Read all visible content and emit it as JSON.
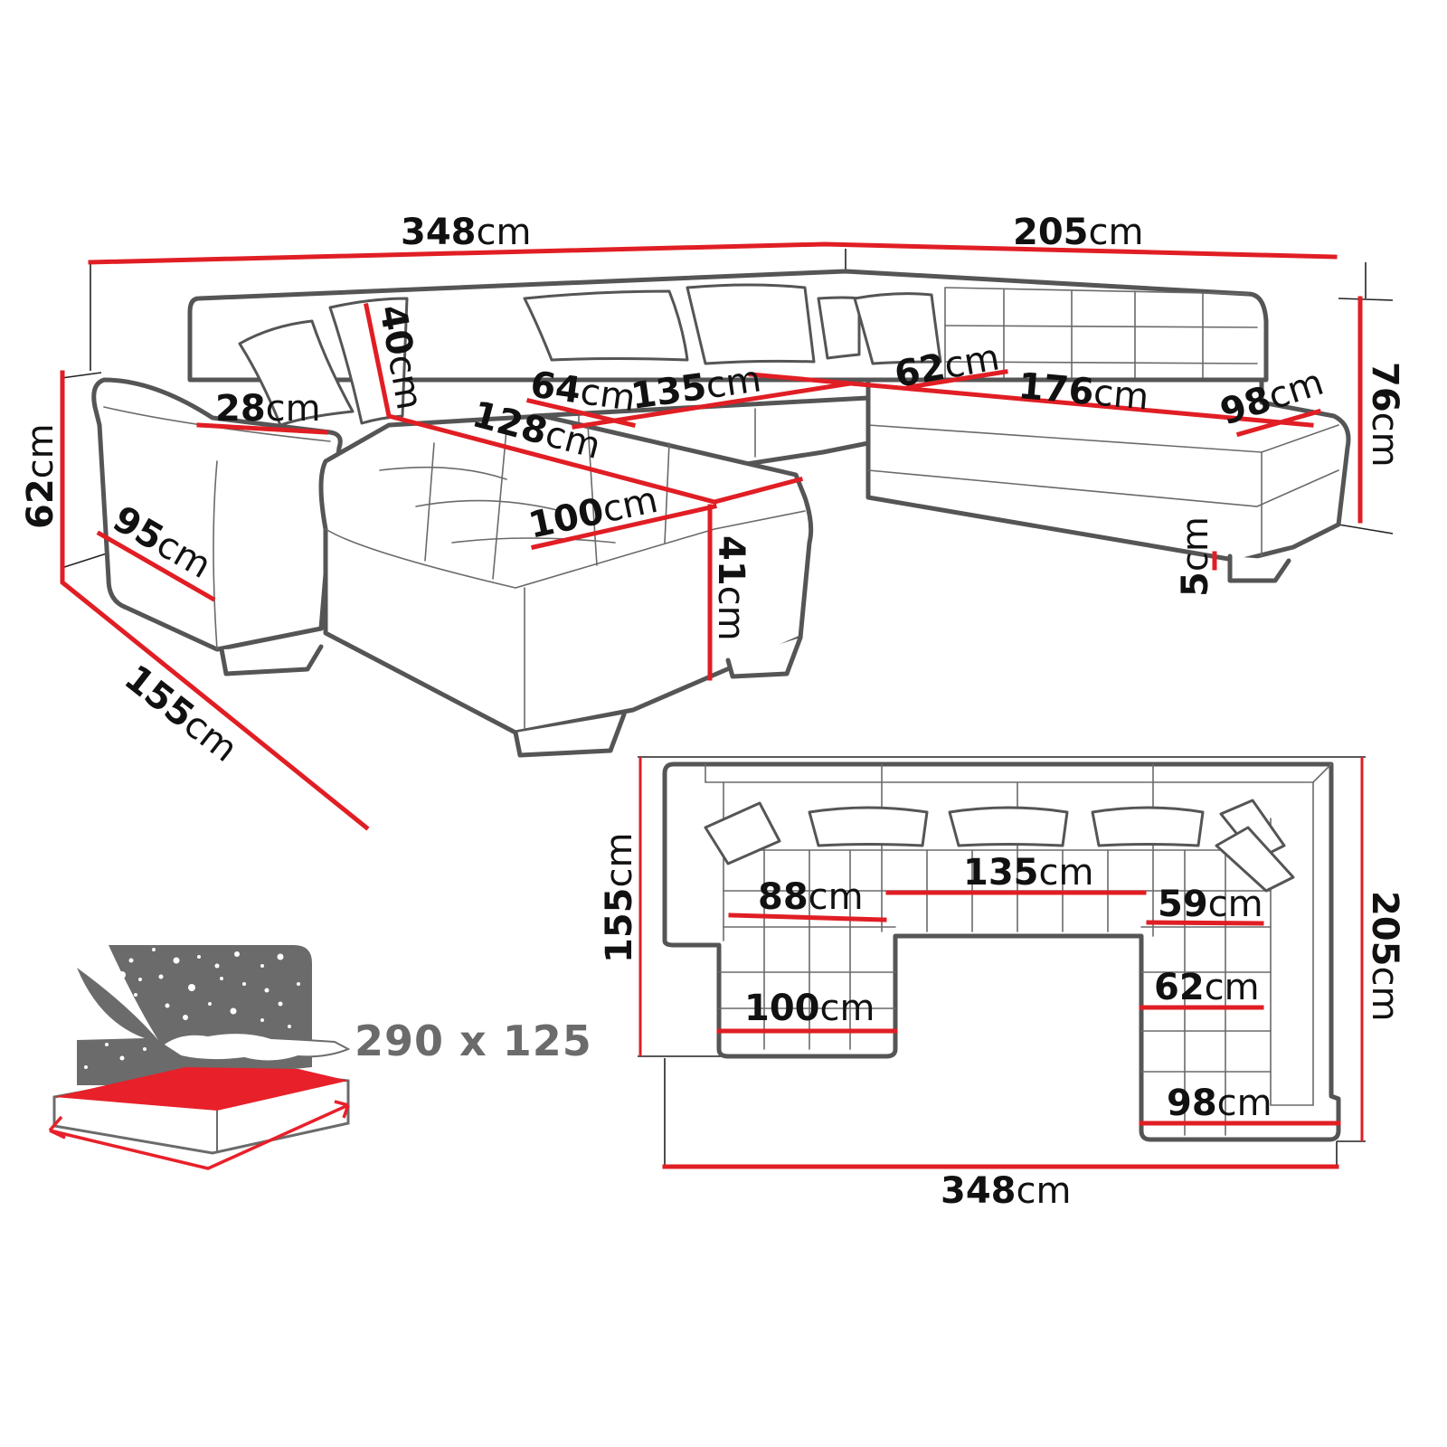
{
  "title": "U-shaped corner sofa dimensions diagram",
  "colors": {
    "dimension_line": "#e01e24",
    "outline": "#555555",
    "text": "#111111",
    "bed_icon_gray": "#6b6b6b",
    "bed_icon_red": "#e8202a"
  },
  "unit": "cm",
  "perspective_view": {
    "total_width": {
      "value": "348",
      "unit": "cm"
    },
    "right_depth": {
      "value": "205",
      "unit": "cm"
    },
    "back_height": {
      "value": "76",
      "unit": "cm"
    },
    "arm_height": {
      "value": "62",
      "unit": "cm"
    },
    "chaise_depth": {
      "value": "155",
      "unit": "cm"
    },
    "arm_length": {
      "value": "95",
      "unit": "cm"
    },
    "arm_width": {
      "value": "28",
      "unit": "cm"
    },
    "backrest_height": {
      "value": "40",
      "unit": "cm"
    },
    "chaise_seat_length": {
      "value": "128",
      "unit": "cm"
    },
    "chaise_width": {
      "value": "100",
      "unit": "cm"
    },
    "seat_height": {
      "value": "41",
      "unit": "cm"
    },
    "middle_seat_depth": {
      "value": "64",
      "unit": "cm"
    },
    "middle_seat_width": {
      "value": "135",
      "unit": "cm"
    },
    "corner_seat_depth": {
      "value": "62",
      "unit": "cm"
    },
    "right_seat_length": {
      "value": "176",
      "unit": "cm"
    },
    "right_end_width": {
      "value": "98",
      "unit": "cm"
    },
    "leg_height": {
      "value": "5",
      "unit": "cm"
    }
  },
  "top_view": {
    "total_width": {
      "value": "348",
      "unit": "cm"
    },
    "left_depth": {
      "value": "155",
      "unit": "cm"
    },
    "right_depth": {
      "value": "205",
      "unit": "cm"
    },
    "left_seat_width": {
      "value": "88",
      "unit": "cm"
    },
    "middle_seat_width": {
      "value": "135",
      "unit": "cm"
    },
    "right_corner_width": {
      "value": "59",
      "unit": "cm"
    },
    "chaise_width": {
      "value": "100",
      "unit": "cm"
    },
    "right_seat_width": {
      "value": "62",
      "unit": "cm"
    },
    "right_end_width": {
      "value": "98",
      "unit": "cm"
    }
  },
  "sleeping_area": {
    "icon": "bed-with-night-sky-icon",
    "label": "290 x 125"
  }
}
